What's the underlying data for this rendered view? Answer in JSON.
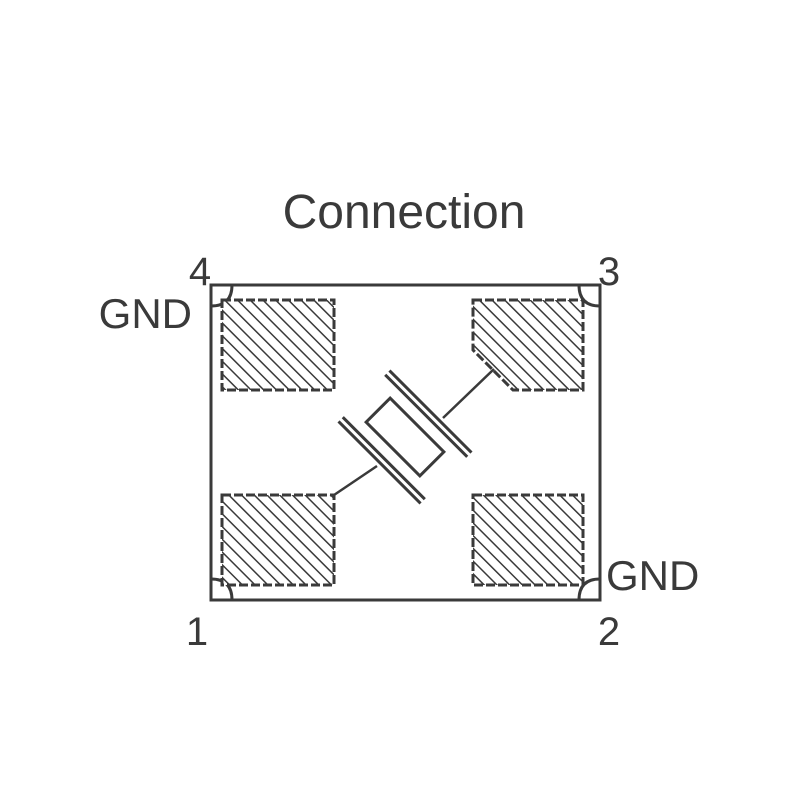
{
  "diagram": {
    "title": "Connection",
    "pins": [
      {
        "number": "1"
      },
      {
        "number": "2",
        "net": "GND"
      },
      {
        "number": "3"
      },
      {
        "number": "4",
        "net": "GND"
      }
    ],
    "colors": {
      "ink": "#3a3a3a",
      "background": "#ffffff"
    }
  }
}
